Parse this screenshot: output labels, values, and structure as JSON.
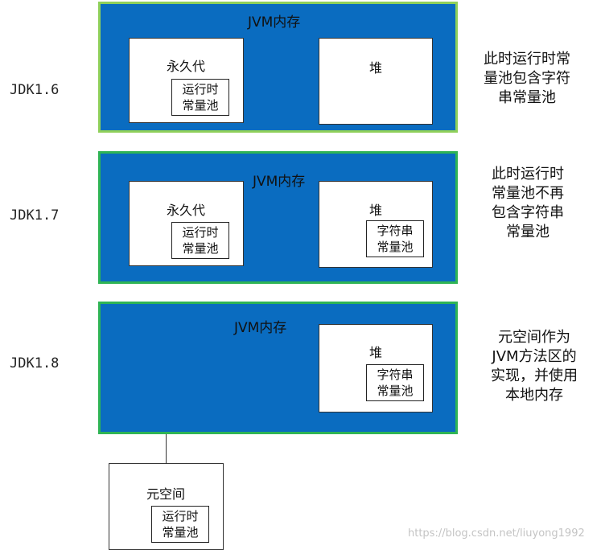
{
  "jdk16": {
    "label": "JDK1.6",
    "memory_title": "JVM内存",
    "permgen_label": "永久代",
    "pool_line1": "运行时",
    "pool_line2": "常量池",
    "heap_label": "堆",
    "note_lines": [
      "此时运行时常",
      "量池包含字符",
      "串常量池"
    ]
  },
  "jdk17": {
    "label": "JDK1.7",
    "memory_title": "JVM内存",
    "permgen_label": "永久代",
    "pool_line1": "运行时",
    "pool_line2": "常量池",
    "heap_label": "堆",
    "string_pool_line1": "字符串",
    "string_pool_line2": "常量池",
    "note_lines": [
      "此时运行时",
      "常量池不再",
      "包含字符串",
      "常量池"
    ]
  },
  "jdk18": {
    "label": "JDK1.8",
    "memory_title": "JVM内存",
    "heap_label": "堆",
    "string_pool_line1": "字符串",
    "string_pool_line2": "常量池",
    "note_lines": [
      "元空间作为",
      "JVM方法区的",
      "实现，并使用",
      "本地内存"
    ],
    "metaspace_label": "元空间",
    "pool_line1": "运行时",
    "pool_line2": "常量池"
  },
  "watermark": "https://blog.csdn.net/liuyong1992",
  "colors": {
    "memory_fill": "#0a6cc0",
    "border_16": "#8fd05a",
    "border_17_18": "#2fb455"
  }
}
